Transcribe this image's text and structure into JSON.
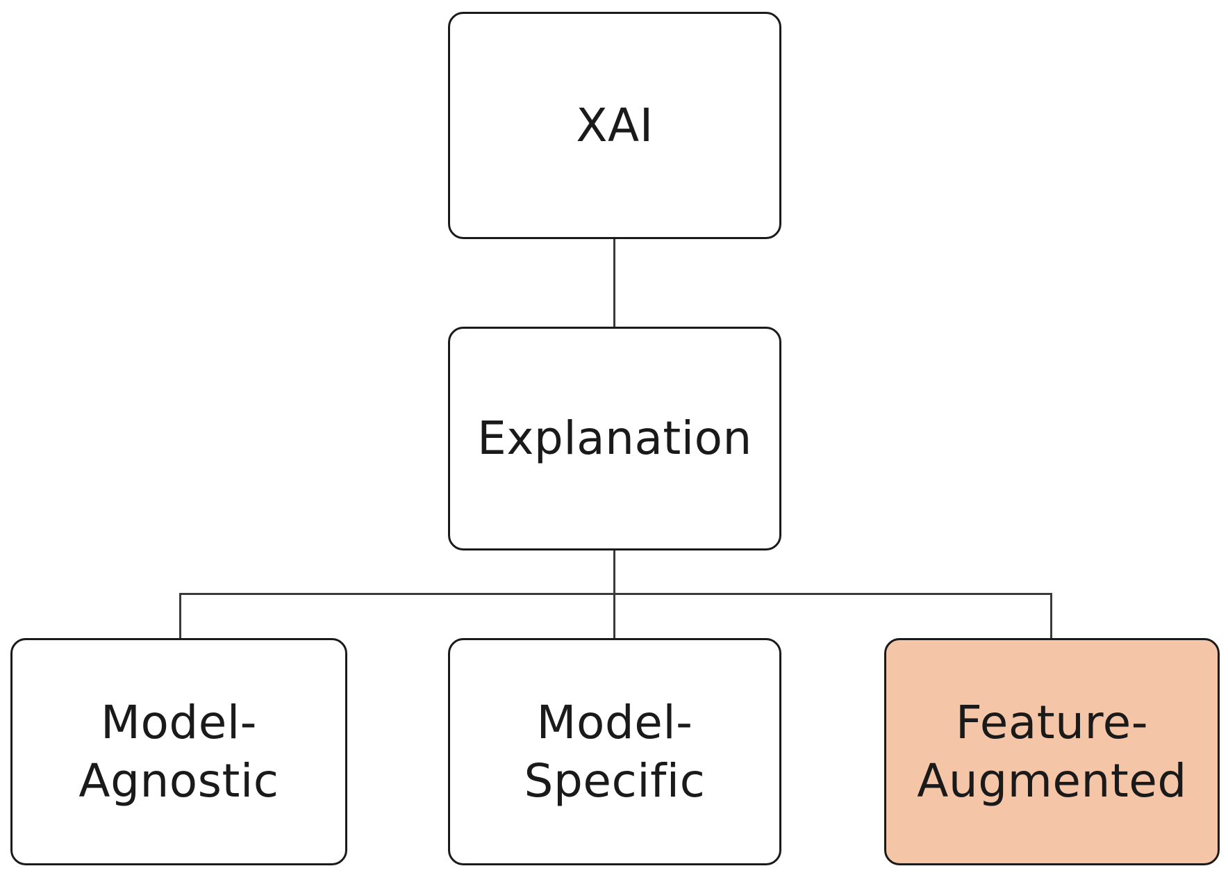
{
  "diagram": {
    "root": {
      "label": "XAI"
    },
    "middle": {
      "label": "Explanation"
    },
    "children": [
      {
        "line1": "Model-",
        "line2": "Agnostic",
        "highlighted": false
      },
      {
        "line1": "Model-",
        "line2": "Specific",
        "highlighted": false
      },
      {
        "line1": "Feature-",
        "line2": "Augmented",
        "highlighted": true
      }
    ]
  },
  "colors": {
    "border": "#1a1a1a",
    "connector": "#3a3a3a",
    "box_fill": "#ffffff",
    "highlight_fill": "#f5c5a8"
  }
}
